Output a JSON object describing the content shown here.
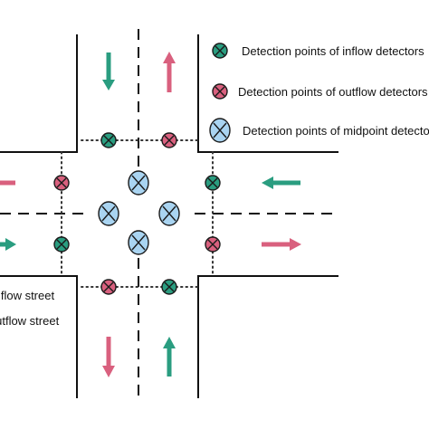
{
  "legend": {
    "inflow": "Detection points of inflow detectors",
    "outflow": "Detection points of outflow detectors",
    "midpoint": "Detection points of midpoint detectors"
  },
  "streets": {
    "inflow": "Inflow street",
    "outflow": "Outflow street"
  },
  "colors": {
    "inflow": "#2a9d80",
    "outflow": "#d9607e",
    "midpoint": "#a9d4f1",
    "road": "#111111"
  }
}
